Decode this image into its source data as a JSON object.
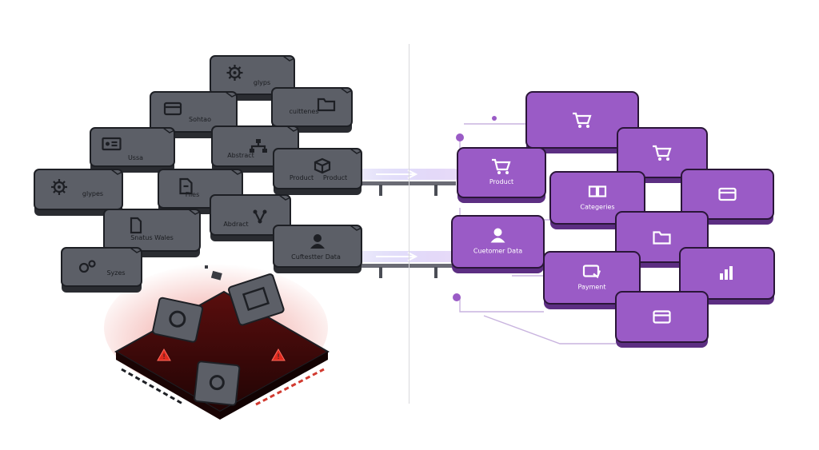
{
  "legacy": {
    "tiles": [
      {
        "label": "glyps",
        "icon": "gear-icon"
      },
      {
        "label": "Sohtao",
        "icon": "card-icon"
      },
      {
        "label": "cuittenes",
        "icon": "folder-icon"
      },
      {
        "label": "Ussa",
        "icon": "id-card-icon"
      },
      {
        "label": "Abstract",
        "icon": "hierarchy-icon"
      },
      {
        "label": "Product",
        "icon": "box-icon"
      },
      {
        "label": "Product",
        "icon": "box-icon"
      },
      {
        "label": "glypes",
        "icon": "gear-icon"
      },
      {
        "label": "Files",
        "icon": "file-icon"
      },
      {
        "label": "Snatus Wales",
        "icon": "document-icon"
      },
      {
        "label": "Abdract",
        "icon": "share-icon"
      },
      {
        "label": "Cuftestter Data",
        "icon": "user-icon"
      },
      {
        "label": "Syzes",
        "icon": "gears-icon"
      }
    ],
    "pit_colors": {
      "glow": "#e0443a",
      "dark": "#2a0808",
      "warning": "#e02a1e"
    }
  },
  "modern": {
    "accent": "#8e4fb8",
    "tiles": [
      {
        "label": "",
        "icon": "cart-icon"
      },
      {
        "label": "Product",
        "icon": "cart-icon"
      },
      {
        "label": "",
        "icon": "cart-icon"
      },
      {
        "label": "Categeries",
        "icon": "boxes-icon"
      },
      {
        "label": "",
        "icon": "card-icon"
      },
      {
        "label": "Cuetomer Data",
        "icon": "user-icon"
      },
      {
        "label": "",
        "icon": "folder-icon"
      },
      {
        "label": "Payment",
        "icon": "payment-icon"
      },
      {
        "label": "",
        "icon": "chart-icon"
      },
      {
        "label": "",
        "icon": "card-icon"
      }
    ]
  },
  "colors": {
    "legacy_tile": "#4a4d55",
    "legacy_top": "#5c5f67",
    "modern_tile": "#8e4fb8",
    "modern_top": "#9a5bc6",
    "arrow": "#c9c4f5"
  }
}
